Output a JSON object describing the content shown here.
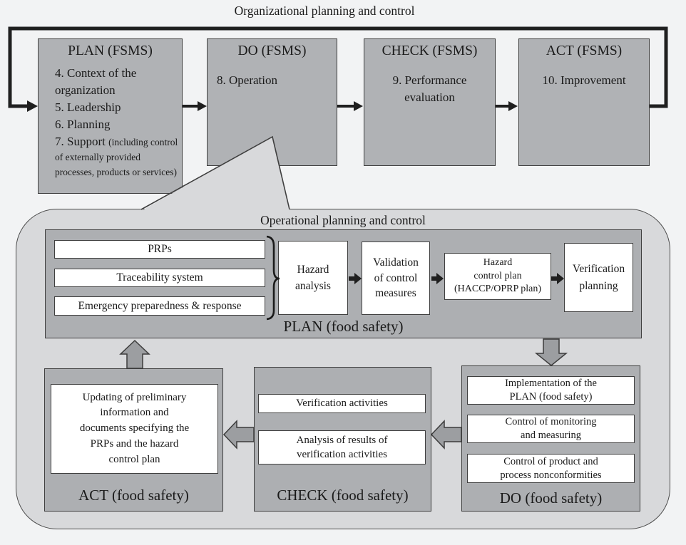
{
  "colors": {
    "page_bg": "#f2f3f4",
    "fsms_box_fill": "#b0b2b5",
    "container_fill": "#d8d9db",
    "panel_fill": "#adafb2",
    "white_box_fill": "#ffffff",
    "block_arrow_fill": "#9c9ea1",
    "line_color": "#1f1f1f",
    "border_color": "#3f3f3f"
  },
  "top": {
    "loop_label": "Organizational planning and control",
    "plan": {
      "title": "PLAN (FSMS)",
      "items": [
        "4. Context of the organization",
        "5. Leadership",
        "6. Planning"
      ],
      "support_main": "7. Support",
      "support_note": "(including control of externally provided processes, products or services)"
    },
    "do": {
      "title": "DO (FSMS)",
      "item": "8. Operation"
    },
    "check": {
      "title": "CHECK (FSMS)",
      "item": "9. Performance\nevaluation"
    },
    "act": {
      "title": "ACT (FSMS)",
      "item": "10. Improvement"
    }
  },
  "operational": {
    "label": "Operational planning and control",
    "plan_fs": {
      "label": "PLAN (food safety)",
      "inputs": [
        "PRPs",
        "Traceability system",
        "Emergency preparedness & response"
      ],
      "hazard_analysis": "Hazard\nanalysis",
      "validation": "Validation\nof control\nmeasures",
      "hazard_plan": "Hazard\ncontrol plan\n(HACCP/OPRP plan)",
      "verification_planning": "Verification\nplanning"
    },
    "do_fs": {
      "label": "DO (food safety)",
      "items": [
        "Implementation of the\nPLAN (food safety)",
        "Control of monitoring\nand measuring",
        "Control of product and\nprocess nonconformities"
      ]
    },
    "check_fs": {
      "label": "CHECK (food safety)",
      "items": [
        "Verification activities",
        "Analysis of results of\nverification activities"
      ]
    },
    "act_fs": {
      "label": "ACT (food safety)",
      "text": "Updating of preliminary\ninformation and\ndocuments specifying the\nPRPs and the hazard\ncontrol plan"
    }
  }
}
